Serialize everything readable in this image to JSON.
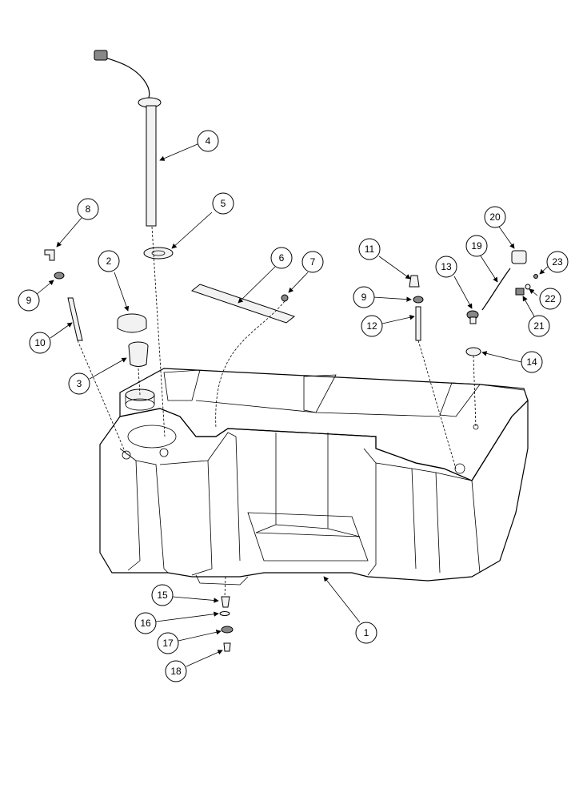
{
  "callouts": [
    {
      "label": "1"
    },
    {
      "label": "2"
    },
    {
      "label": "3"
    },
    {
      "label": "4"
    },
    {
      "label": "5"
    },
    {
      "label": "6"
    },
    {
      "label": "7"
    },
    {
      "label": "8"
    },
    {
      "label": "9"
    },
    {
      "label": "10"
    },
    {
      "label": "11"
    },
    {
      "label": "9"
    },
    {
      "label": "12"
    },
    {
      "label": "13"
    },
    {
      "label": "14"
    },
    {
      "label": "15"
    },
    {
      "label": "16"
    },
    {
      "label": "17"
    },
    {
      "label": "18"
    },
    {
      "label": "19"
    },
    {
      "label": "20"
    },
    {
      "label": "21"
    },
    {
      "label": "22"
    },
    {
      "label": "23"
    }
  ]
}
